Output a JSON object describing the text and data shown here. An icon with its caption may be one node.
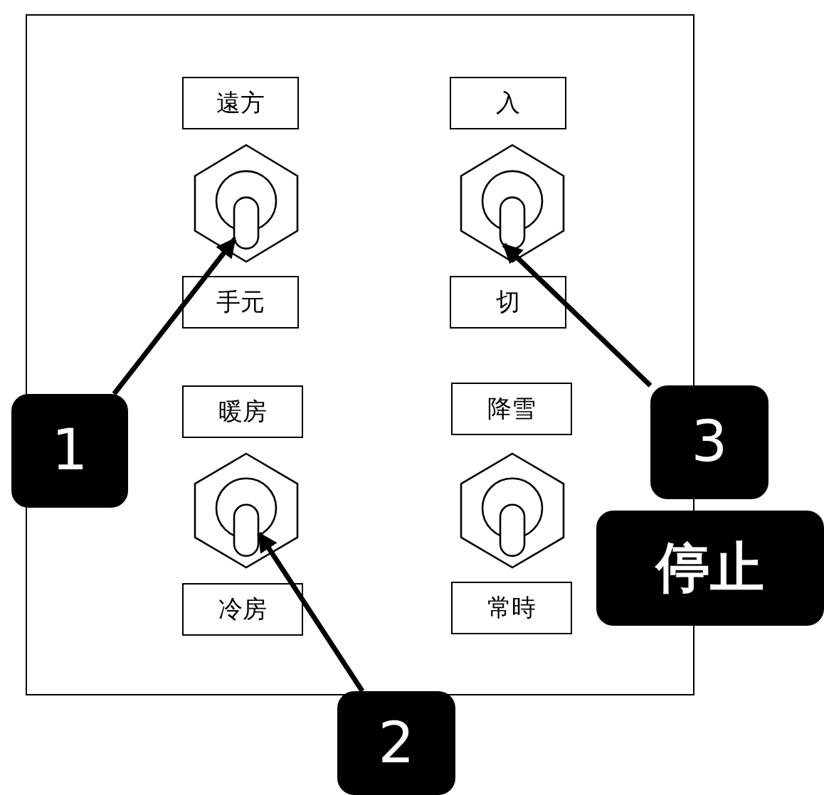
{
  "diagram": {
    "nodes": [
      {
        "text": [],
        "shape": "box"
      },
      {
        "text": [
          "遠方"
        ],
        "in": 0
      },
      {
        "text": [],
        "shape": "switch",
        "in": 0
      },
      {
        "text": [
          "手元"
        ],
        "in": 0
      },
      {
        "text": [
          "入"
        ],
        "in": 0
      },
      {
        "text": [],
        "shape": "switch",
        "in": 0
      },
      {
        "text": [
          "切"
        ],
        "in": 0
      },
      {
        "text": [
          "暖房"
        ],
        "in": 0
      },
      {
        "text": [],
        "shape": "switch",
        "in": 0
      },
      {
        "text": [
          "冷房"
        ],
        "in": 0
      },
      {
        "text": [
          "降雪"
        ],
        "in": 0
      },
      {
        "text": [],
        "shape": "switch",
        "in": 0
      },
      {
        "text": [
          "常時"
        ],
        "in": 0
      },
      {
        "text": [
          "1"
        ]
      },
      {
        "text": [
          "3"
        ]
      },
      {
        "text": [
          "停止"
        ]
      },
      {
        "text": [
          "2"
        ]
      }
    ],
    "edges": [
      {
        "from": 13,
        "to": 2,
        "arrow": "to"
      },
      {
        "from": 14,
        "to": 5,
        "arrow": "to"
      },
      {
        "from": 16,
        "to": 8,
        "arrow": "to"
      }
    ]
  }
}
